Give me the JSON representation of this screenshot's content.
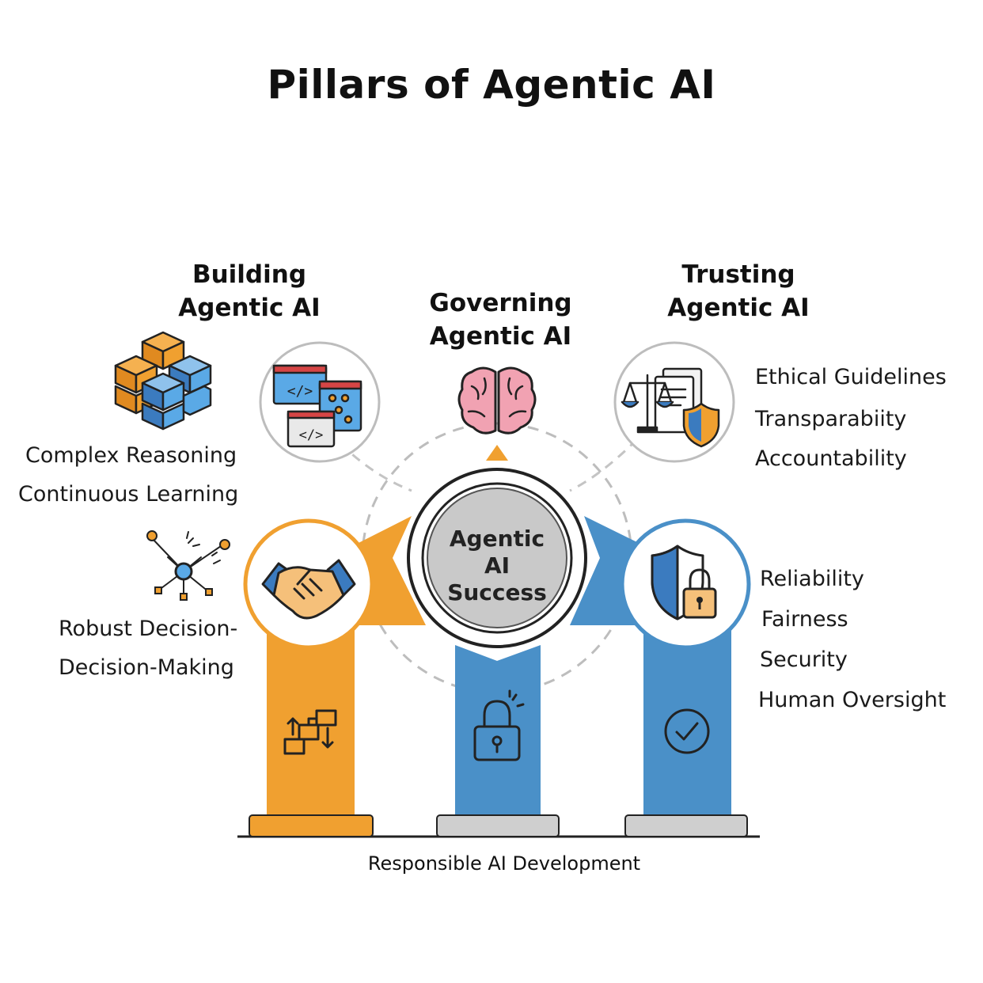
{
  "title": "Pillars of Agentic AI",
  "center_label": "Agentic AI Success",
  "footer": "Responsible AI Development",
  "pillars": [
    {
      "heading": "Building Agentic AI",
      "color": "#F0A030",
      "items": [
        "Complex Reasoning",
        "Continuous Learning",
        "Robust Decision-",
        "Decision-Making"
      ],
      "top_icon": "code-windows-icon",
      "circle_icon": "handshake-icon",
      "column_icon": "flowchart-icon",
      "side_icons": [
        "building-blocks-icon",
        "network-hub-icon"
      ]
    },
    {
      "heading": "Governing Agentic AI",
      "color": "#4A90C8",
      "top_icon": "brain-icon",
      "column_icon": "padlock-icon"
    },
    {
      "heading": "Trusting Agentic AI",
      "color": "#4A90C8",
      "items_top": [
        "Ethical Guidelines",
        "Transparabiity",
        "Accountability"
      ],
      "items_bottom": [
        "Reliability",
        "Fairness",
        "Security",
        "Human Oversight"
      ],
      "top_icon": "scales-document-shield-icon",
      "circle_icon": "shield-lock-icon",
      "column_icon": "check-circle-icon"
    }
  ]
}
